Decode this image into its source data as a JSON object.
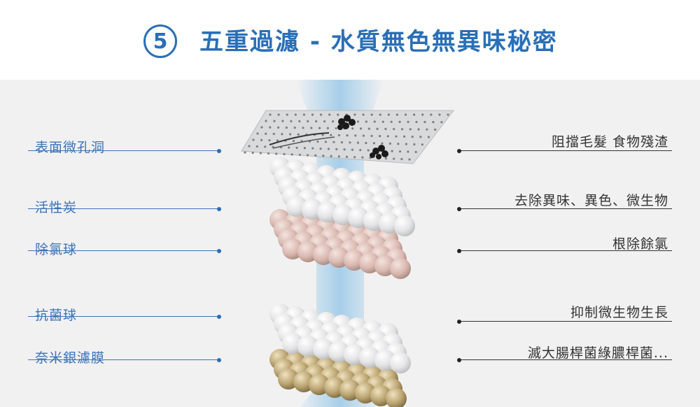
{
  "header": {
    "number": "5",
    "title": "五重過濾 - 水質無色無異味秘密"
  },
  "colors": {
    "accent": "#2a6fb6",
    "panel_bg": "#f1f1f2",
    "white_ball": "#e8e8e8",
    "pink_ball": "#d9b8b0",
    "gold_ball": "#b9a26f",
    "water_beam": "#8fc4e6"
  },
  "layers": [
    {
      "name": "表面微孔洞",
      "effect": "阻擋毛髮 食物殘渣"
    },
    {
      "name": "活性炭",
      "effect": "去除異味、異色、微生物"
    },
    {
      "name": "除氯球",
      "effect": "根除餘氯"
    },
    {
      "name": "抗菌球",
      "effect": "抑制微生物生長"
    },
    {
      "name": "奈米銀濾膜",
      "effect": "滅大腸桿菌綠膿桿菌..."
    }
  ]
}
